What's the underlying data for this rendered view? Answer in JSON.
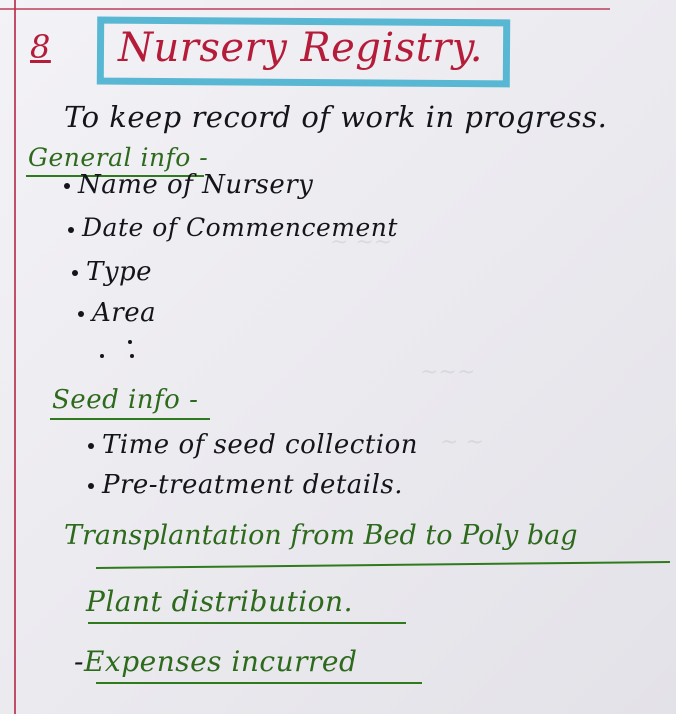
{
  "page": {
    "item_number": "8",
    "title": "Nursery Registry.",
    "subtitle": "To keep record of work in progress.",
    "sections": [
      {
        "heading": "General info -",
        "items": [
          "Name of Nursery",
          "Date of Commencement",
          "Type",
          "Area"
        ]
      },
      {
        "heading": "Seed info -",
        "items": [
          "Time of seed collection",
          "Pre-treatment details."
        ]
      }
    ],
    "headings_green": [
      "Transplantation from Bed to Poly bag",
      "Plant distribution.",
      "Expenses incurred"
    ]
  },
  "colors": {
    "ink_red": "#b51c3a",
    "ink_black": "#14141a",
    "ink_green": "#2d6a1c",
    "highlight_blue": "#58b8d4",
    "margin_red": "#b8324e"
  }
}
